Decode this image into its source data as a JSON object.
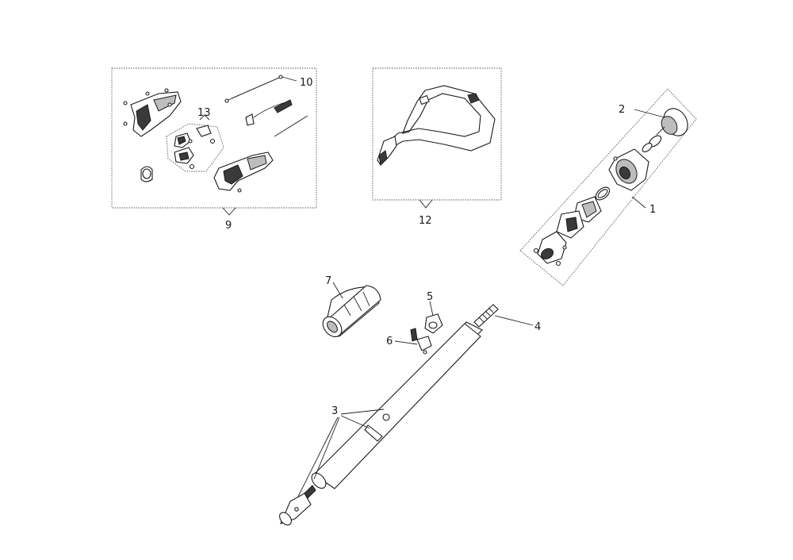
{
  "callouts": {
    "c1": "1",
    "c2": "2",
    "c3": "3",
    "c4": "4",
    "c5": "5",
    "c6": "6",
    "c7": "7",
    "c9": "9",
    "c10": "10",
    "c12": "12",
    "c13": "13"
  },
  "colors": {
    "line": "#1a1a1a",
    "fill_dark": "#3a3a3a",
    "fill_grey": "#bdbdbd",
    "background": "#ffffff"
  }
}
